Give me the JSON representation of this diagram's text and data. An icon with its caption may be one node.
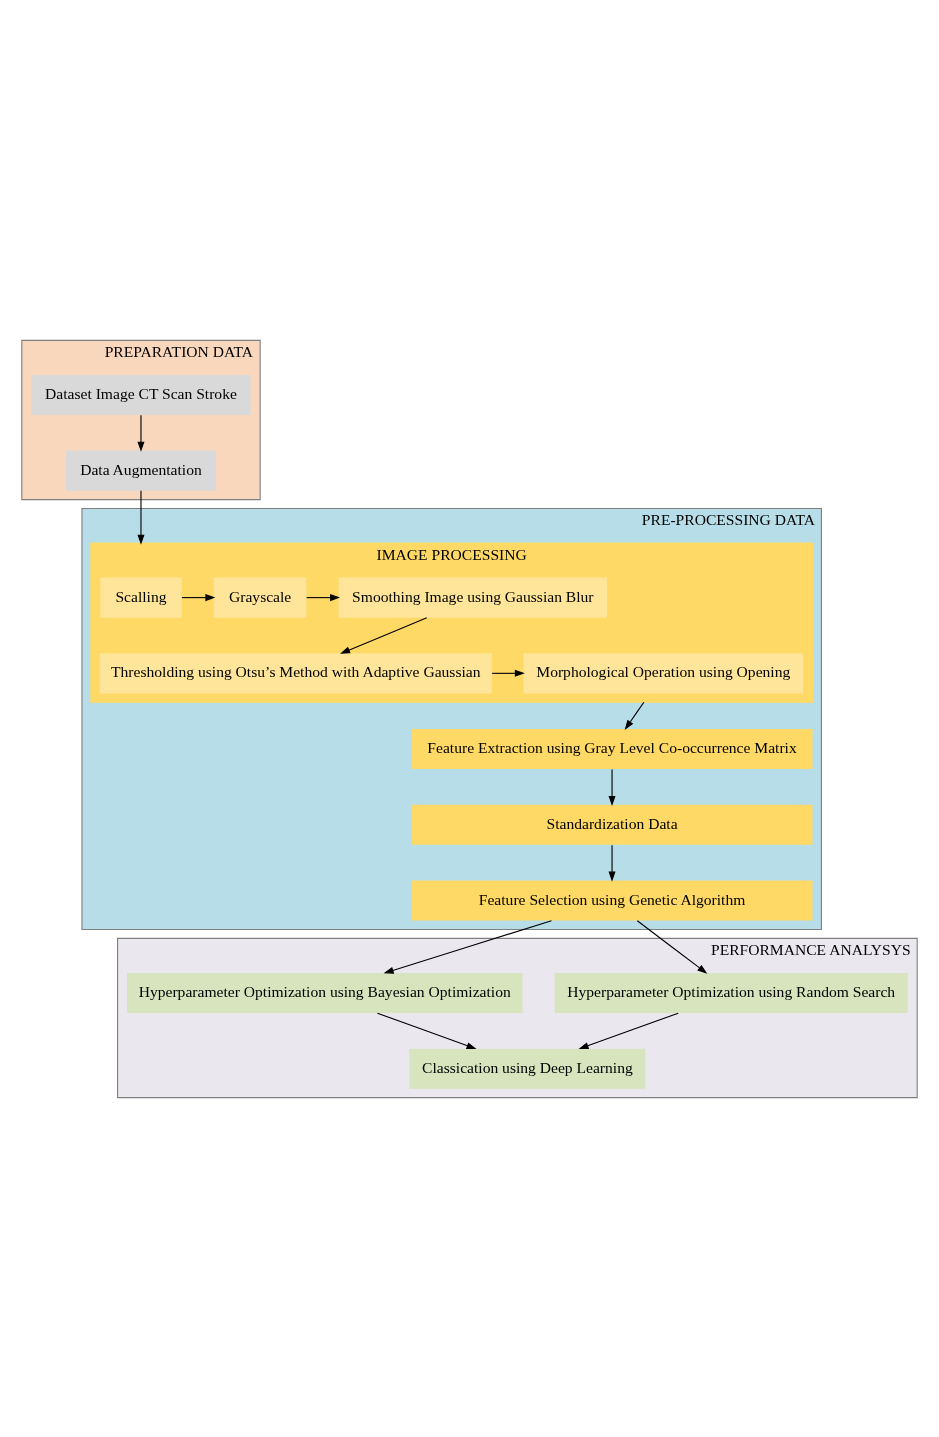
{
  "diagram": {
    "nodes": [
      {
        "text": [
          "PREPARATION DATA"
        ]
      },
      {
        "text": [
          "Dataset Image CT Scan Stroke"
        ],
        "in": 0
      },
      {
        "text": [
          "Data Augmentation"
        ],
        "in": 0
      },
      {
        "text": [
          "PRE-PROCESSING DATA"
        ]
      },
      {
        "text": [
          "IMAGE PROCESSING"
        ],
        "in": 3
      },
      {
        "text": [
          "Scalling"
        ],
        "in": 4
      },
      {
        "text": [
          "Grayscale"
        ],
        "in": 4
      },
      {
        "text": [
          "Smoothing Image using Gaussian Blur"
        ],
        "in": 4
      },
      {
        "text": [
          "Thresholding using Otsu’s Method with Adaptive Gaussian"
        ],
        "in": 4
      },
      {
        "text": [
          "Morphological Operation using Opening"
        ],
        "in": 4
      },
      {
        "text": [
          "Feature Extraction using Gray Level Co-occurrence Matrix"
        ],
        "in": 3
      },
      {
        "text": [
          "Standardization Data"
        ],
        "in": 3
      },
      {
        "text": [
          "Feature Selection using Genetic Algorithm"
        ],
        "in": 3
      },
      {
        "text": [
          "PERFORMANCE ANALYSYS"
        ]
      },
      {
        "text": [
          "Hyperparameter Optimization using Random Search"
        ],
        "in": 13
      },
      {
        "text": [
          "Hyperparameter Optimization using Bayesian Optimization"
        ],
        "in": 13
      },
      {
        "text": [
          "Classication using Deep Learning"
        ],
        "in": 13
      }
    ],
    "edges": [
      {
        "from": 1,
        "to": 2,
        "arrow": "to"
      },
      {
        "from": 2,
        "to": 4,
        "arrow": "to"
      },
      {
        "from": 5,
        "to": 6,
        "arrow": "to"
      },
      {
        "from": 6,
        "to": 7,
        "arrow": "to"
      },
      {
        "from": 7,
        "to": 8,
        "arrow": "to"
      },
      {
        "from": 8,
        "to": 9,
        "arrow": "to"
      },
      {
        "from": 4,
        "to": 10,
        "arrow": "to"
      },
      {
        "from": 10,
        "to": 11,
        "arrow": "to"
      },
      {
        "from": 11,
        "to": 12,
        "arrow": "to"
      },
      {
        "from": 12,
        "to": 14,
        "arrow": "to"
      },
      {
        "from": 12,
        "to": 15,
        "arrow": "to"
      },
      {
        "from": 14,
        "to": 16,
        "arrow": "to"
      },
      {
        "from": 15,
        "to": 16,
        "arrow": "to"
      }
    ]
  }
}
